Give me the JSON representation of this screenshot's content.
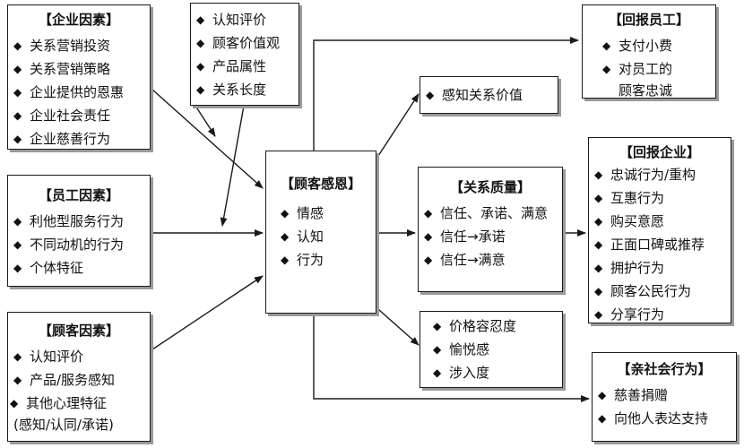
{
  "boxes": {
    "enterprise_factors": {
      "title": "【企业因素】",
      "items": [
        "关系营销投资",
        "关系营销策略",
        "企业提供的恩惠",
        "企业社会责任",
        "企业慈善行为"
      ]
    },
    "cognition": {
      "items": [
        "认知评价",
        "顾客价值观",
        "产品属性",
        "关系长度"
      ]
    },
    "employee_factors": {
      "title": "【员工因素】",
      "items": [
        "利他型服务行为",
        "不同动机的行为",
        "个体特征"
      ]
    },
    "customer_factors": {
      "title": "【顾客因素】",
      "items": [
        "认知评价",
        "产品/服务感知",
        "其他心理特征\n(感知/认同/承诺)"
      ]
    },
    "customer_gratitude": {
      "title": "【顾客感恩】",
      "items": [
        "情感",
        "认知",
        "行为"
      ]
    },
    "perceived_value": {
      "items": [
        "感知关系价值"
      ]
    },
    "relationship_quality": {
      "title": "【关系质量】",
      "items": [
        "信任、承诺、满意",
        "信任→承诺",
        "信任→满意"
      ]
    },
    "price_tolerance": {
      "items": [
        "价格容忍度",
        "愉悦感",
        "涉入度"
      ]
    },
    "reward_employee": {
      "title": "【回报员工】",
      "items": [
        "支付小费",
        "对员工的\n顾客忠诚"
      ]
    },
    "reward_enterprise": {
      "title": "【回报企业】",
      "items": [
        "忠诚行为/重构",
        "互惠行为",
        "购买意愿",
        "正面口碑或推荐",
        "拥护行为",
        "顾客公民行为",
        "分享行为"
      ]
    },
    "prosocial": {
      "title": "【亲社会行为】",
      "items": [
        "慈善捐赠",
        "向他人表达支持"
      ]
    }
  },
  "bullet_char": "◆",
  "colors": {
    "line": "#1a1a1a",
    "shadow": "#9a9a9a"
  }
}
